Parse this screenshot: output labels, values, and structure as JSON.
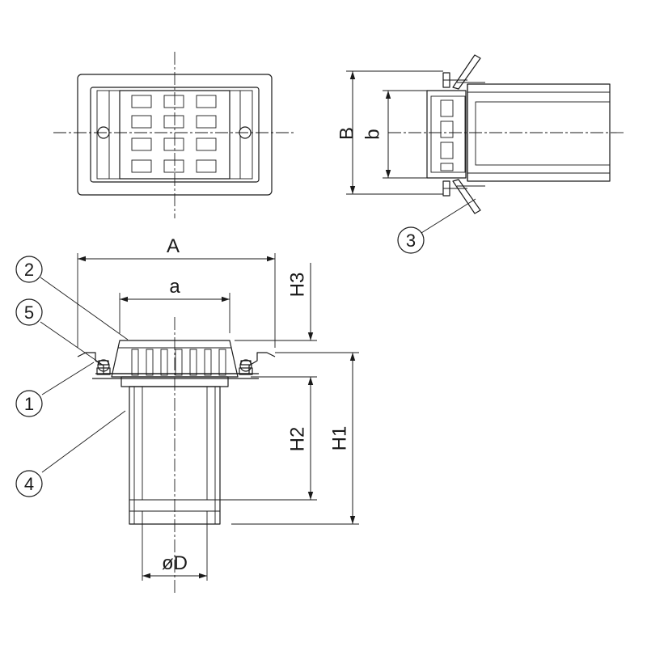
{
  "dimensions": {
    "width_outer": "A",
    "width_inner": "a",
    "length_outer": "B",
    "length_inner": "b",
    "height_total": "H1",
    "height_pipe": "H2",
    "height_top": "H3",
    "pipe_diameter": "øD"
  },
  "callouts": [
    "1",
    "2",
    "3",
    "4",
    "5"
  ]
}
